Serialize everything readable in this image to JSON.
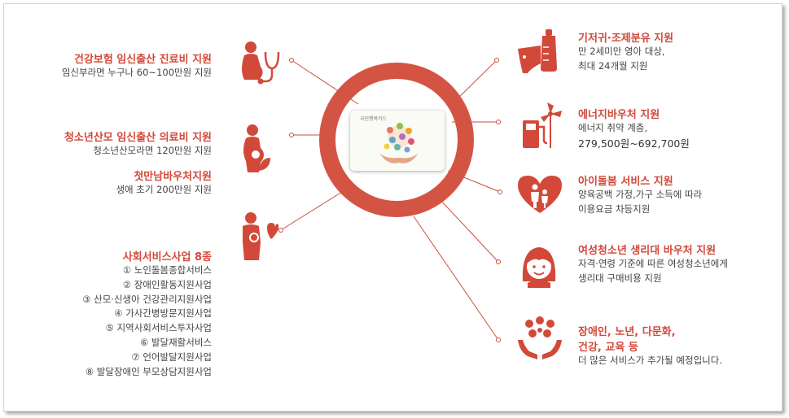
{
  "left": {
    "health_insurance": {
      "title": "건강보험 임신출산 진료비 지원",
      "desc": "임신부라면 누구나 60~100만원 지원",
      "icon": "pregnant-stethoscope-icon"
    },
    "teen_mother": {
      "title": "청소년산모 임신출산 의료비 지원",
      "desc": "청소년산모라면 120만원 지원",
      "icon": "pregnant-leaf-icon"
    },
    "first_meeting": {
      "title": "첫만남바우처지원",
      "desc": "생애 초기 200만원 지원"
    },
    "social_services": {
      "title": "사회서비스사업 8종",
      "icon": "mother-baby-heart-icon",
      "items": [
        "① 노인돌봄종합서비스",
        "② 장애인활동지원사업",
        "③ 산모·신생아 건강관리지원사업",
        "④ 가사간병방문지원사업",
        "⑤ 지역사회서비스투자사업",
        "⑥ 발달재활서비스",
        "⑦ 언어발달지원사업",
        "⑧ 발달장애인 부모상담지원사업"
      ]
    }
  },
  "right": {
    "diaper": {
      "title": "기저귀·조제분유 지원",
      "desc": [
        "만 2세미만 영아 대상,",
        "최대 24개월 지원"
      ],
      "icon": "baby-bottle-diaper-icon"
    },
    "energy": {
      "title": "에너지바우처 지원",
      "desc": [
        "에너지 취약 계층,",
        "279,500원~692,700원"
      ],
      "icon": "fuel-pump-windmill-icon"
    },
    "childcare": {
      "title": "아이돌봄 서비스 지원",
      "desc": [
        "양육공백 가정,가구 소득에 따라",
        "이용요금 차등지원"
      ],
      "icon": "heart-family-icon"
    },
    "sanitary": {
      "title": "여성청소년 생리대 바우처 지원",
      "desc": [
        "자격·연령 기준에 따른 여성청소년에게",
        "생리대 구매비용 지원"
      ],
      "icon": "girl-face-icon"
    },
    "more": {
      "title": [
        "장애인, 노년, 다문화,",
        "건강, 교육 등"
      ],
      "desc": "더 많은 서비스가 추가될 예정입니다.",
      "icon": "hands-services-icon"
    }
  },
  "center": {
    "card_label": "국민행복카드",
    "icon": "happiness-card-icon"
  },
  "colors": {
    "accent": "#d2493a",
    "ring": "#d45443",
    "line": "#c8503f",
    "text": "#444444"
  }
}
